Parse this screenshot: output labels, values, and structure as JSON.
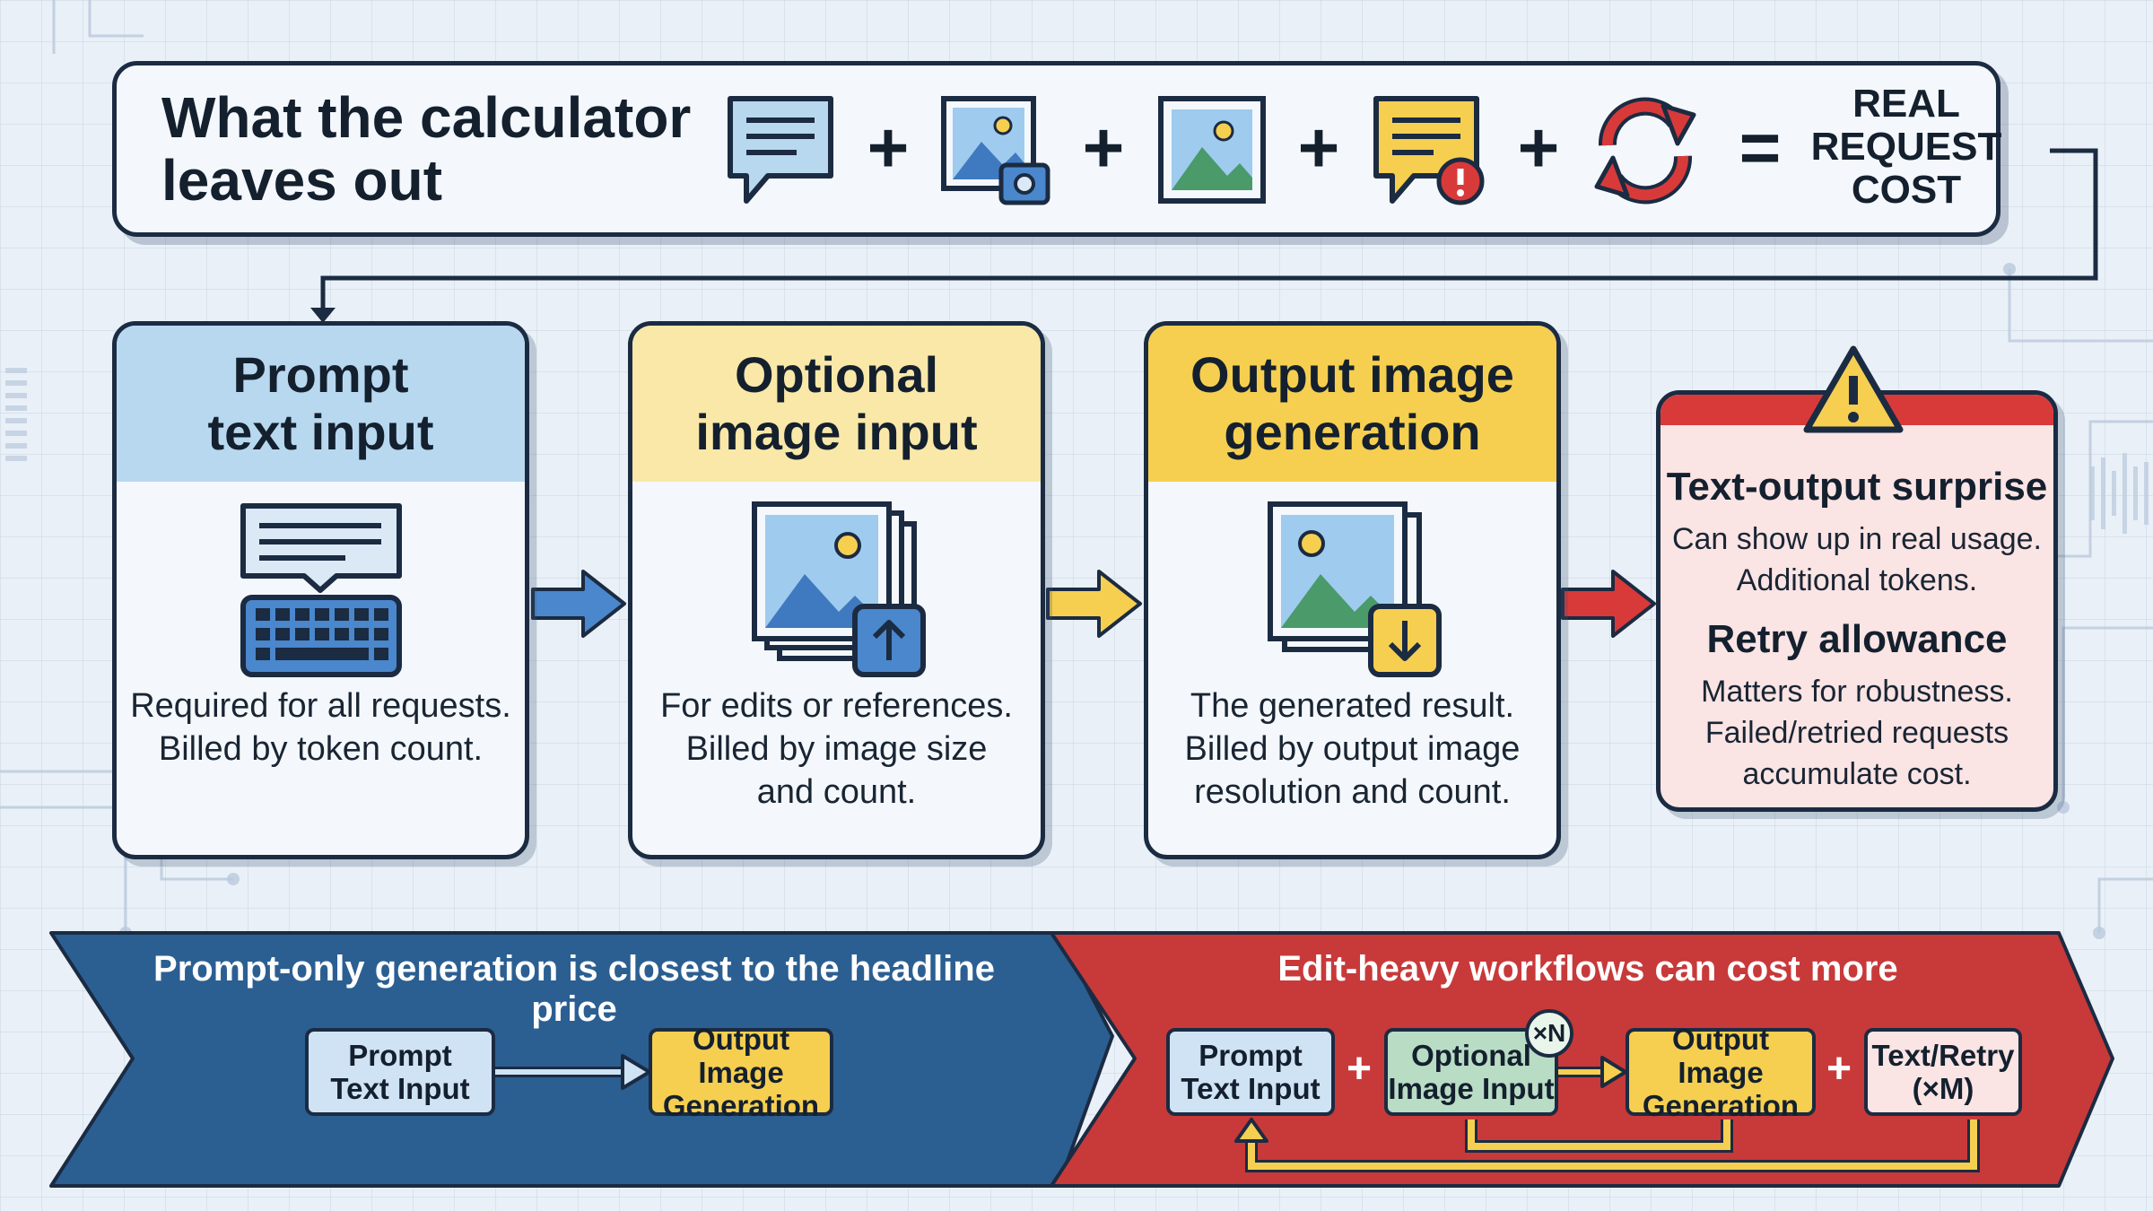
{
  "header": {
    "title": "What the calculator\nleaves out",
    "icons": [
      "text-bubble-icon",
      "image-with-camera-icon",
      "image-icon",
      "warning-bubble-icon",
      "retry-arrows-icon"
    ],
    "plus": "+",
    "equals": "=",
    "result": "REAL\nREQUEST\nCOST"
  },
  "cards": [
    {
      "title": "Prompt\ntext input",
      "desc": "Required for all requests.\nBilled by token count.",
      "head_color": "#b8d8f0",
      "icon": "keyboard-with-text-icon"
    },
    {
      "title": "Optional\nimage input",
      "desc": "For edits or references.\nBilled by image size\nand count.",
      "head_color": "#f9e8a8",
      "icon": "image-upload-icon"
    },
    {
      "title": "Output image\ngeneration",
      "desc": "The generated result.\nBilled by output image\nresolution and count.",
      "head_color": "#f6cf50",
      "icon": "image-download-icon"
    }
  ],
  "warning": {
    "icon": "warning-triangle-icon",
    "h1": "Text-output surprise",
    "p1": "Can show up in real usage.\nAdditional tokens.",
    "h2": "Retry allowance",
    "p2": "Matters for robustness.\nFailed/retried requests\naccumulate cost."
  },
  "banner_left": {
    "title": "Prompt-only generation is closest to the headline price",
    "box1": "Prompt\nText Input",
    "box2": "Output Image\nGeneration",
    "color": "#2b5f92"
  },
  "banner_right": {
    "title": "Edit-heavy workflows can cost more",
    "box1": "Prompt\nText Input",
    "box2": "Optional\nImage Input",
    "badge": "×N",
    "box3": "Output Image\nGeneration",
    "box4": "Text/Retry\n(×M)",
    "plus": "+",
    "color": "#c8393a"
  },
  "colors": {
    "outline": "#1b2b42",
    "blue": "#4a87cc",
    "yellow": "#f6cf50",
    "red": "#d83a3a",
    "green": "#4a9a6a"
  }
}
